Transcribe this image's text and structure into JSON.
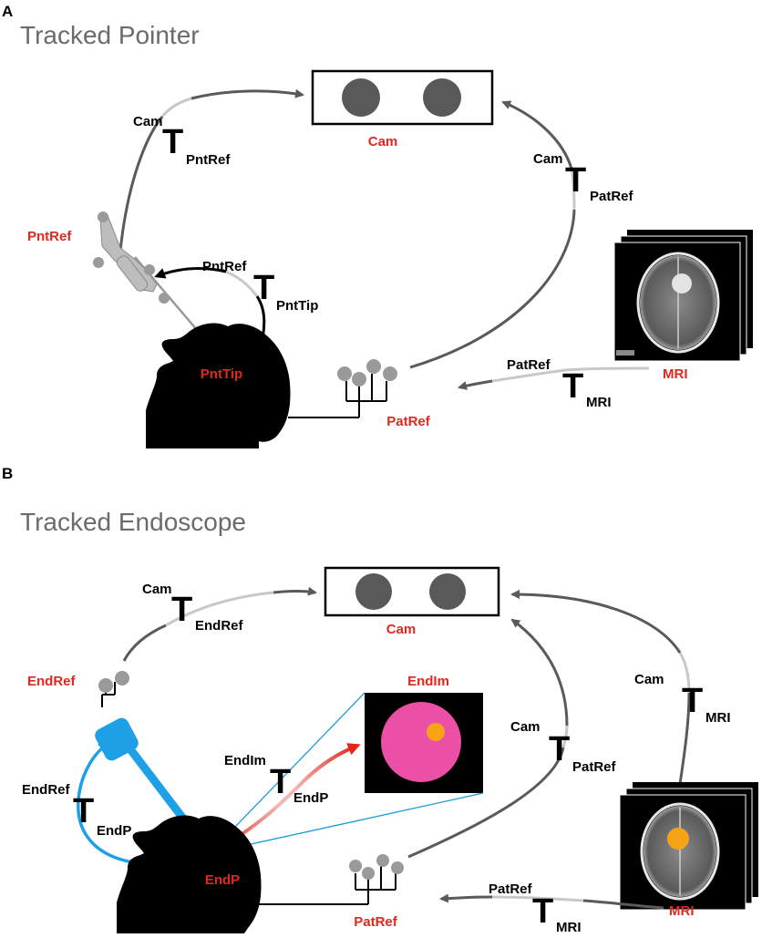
{
  "panel_a": {
    "letter": "A",
    "title": "Tracked Pointer",
    "labels": {
      "cam": "Cam",
      "pnt_ref": "PntRef",
      "pnt_tip": "PntTip",
      "pat_ref": "PatRef",
      "mri": "MRI"
    },
    "transforms": {
      "cam_pntref": {
        "sup": "Cam",
        "base": "T",
        "sub": "PntRef"
      },
      "cam_patref": {
        "sup": "Cam",
        "base": "T",
        "sub": "PatRef"
      },
      "pntref_pnttip": {
        "sup": "PntRef",
        "base": "T",
        "sub": "PntTip"
      },
      "patref_mri": {
        "sup": "PatRef",
        "base": "T",
        "sub": "MRI"
      }
    }
  },
  "panel_b": {
    "letter": "B",
    "title": "Tracked Endoscope",
    "labels": {
      "cam": "Cam",
      "end_ref": "EndRef",
      "end_im": "EndIm",
      "end_p": "EndP",
      "pat_ref": "PatRef",
      "mri": "MRI"
    },
    "transforms": {
      "cam_endref": {
        "sup": "Cam",
        "base": "T",
        "sub": "EndRef"
      },
      "endim_endp": {
        "sup": "EndIm",
        "base": "T",
        "sub": "EndP"
      },
      "endref_endp": {
        "sup": "EndRef",
        "base": "T",
        "sub": "EndP"
      },
      "cam_patref": {
        "sup": "Cam",
        "base": "T",
        "sub": "PatRef"
      },
      "cam_mri": {
        "sup": "Cam",
        "base": "T",
        "sub": "MRI"
      },
      "patref_mri": {
        "sup": "PatRef",
        "base": "T",
        "sub": "MRI"
      }
    }
  },
  "colors": {
    "label_red": "#e0281e",
    "arrow_dark": "#5a5a5a",
    "arrow_light": "#c8c8c8",
    "endoscope_blue": "#1ea0e6",
    "image_pink": "#ec4fa6",
    "tumor_orange": "#f6a318",
    "marker_gray": "#9a9a9a",
    "head_black": "#000000"
  }
}
